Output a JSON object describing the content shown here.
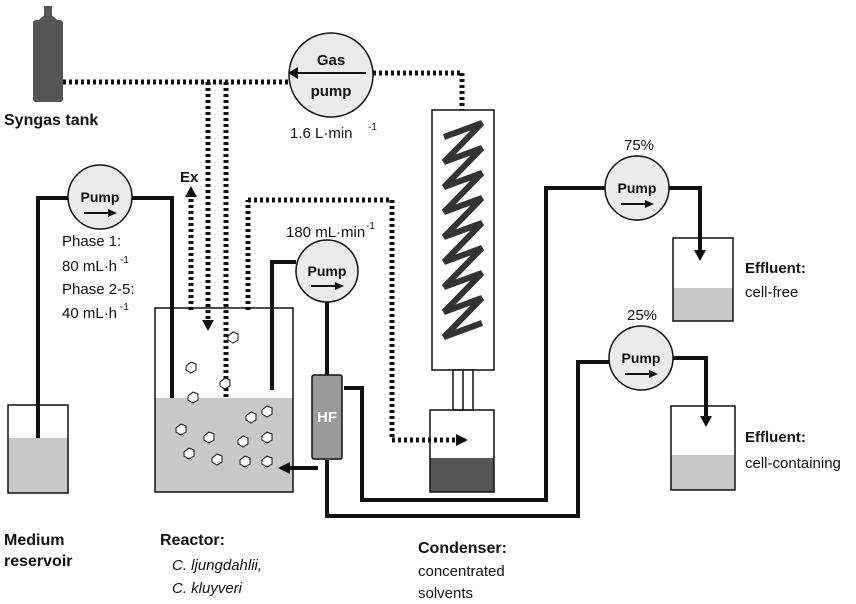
{
  "labels": {
    "syngas_tank": "Syngas tank",
    "gas_pump_line1": "Gas",
    "gas_pump_line2": "pump",
    "gas_flow_main": "1.6 L·min",
    "gas_flow_sup": "-1",
    "ex": "Ex",
    "pump_label": "Pump",
    "phase1": "Phase 1:",
    "phase1_rate": "80 mL·h",
    "phase1_sup": "-1",
    "phase25": "Phase 2-5:",
    "phase25_rate": "40 mL·h",
    "phase25_sup": "-1",
    "recirc_rate": "180 mL·min",
    "recirc_sup": "-1",
    "hf": "HF",
    "pct_75": "75%",
    "pct_25": "25%",
    "effluent_free_title": "Effluent:",
    "effluent_free_desc": "cell-free",
    "effluent_cell_title": "Effluent:",
    "effluent_cell_desc": "cell-containing",
    "medium_line1": "Medium",
    "medium_line2": "reservoir",
    "reactor_title": "Reactor:",
    "reactor_org1": "C. ljungdahlii,",
    "reactor_org2": "C. kluyveri",
    "condenser_title": "Condenser:",
    "condenser_line1": "concentrated",
    "condenser_line2": "solvents"
  },
  "colors": {
    "line": "#111111",
    "liquid": "#c8c8c8",
    "dark_liquid": "#555555",
    "component_fill": "#ebebeb",
    "tank": "#555555"
  }
}
